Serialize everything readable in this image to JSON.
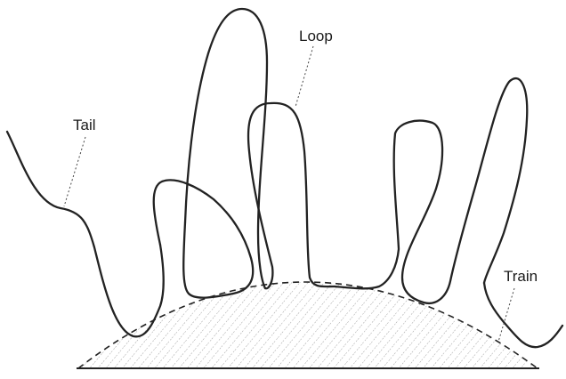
{
  "labels": {
    "tail": "Tail",
    "loop": "Loop",
    "train": "Train"
  },
  "colors": {
    "ink": "#222222",
    "background": "#ffffff"
  }
}
